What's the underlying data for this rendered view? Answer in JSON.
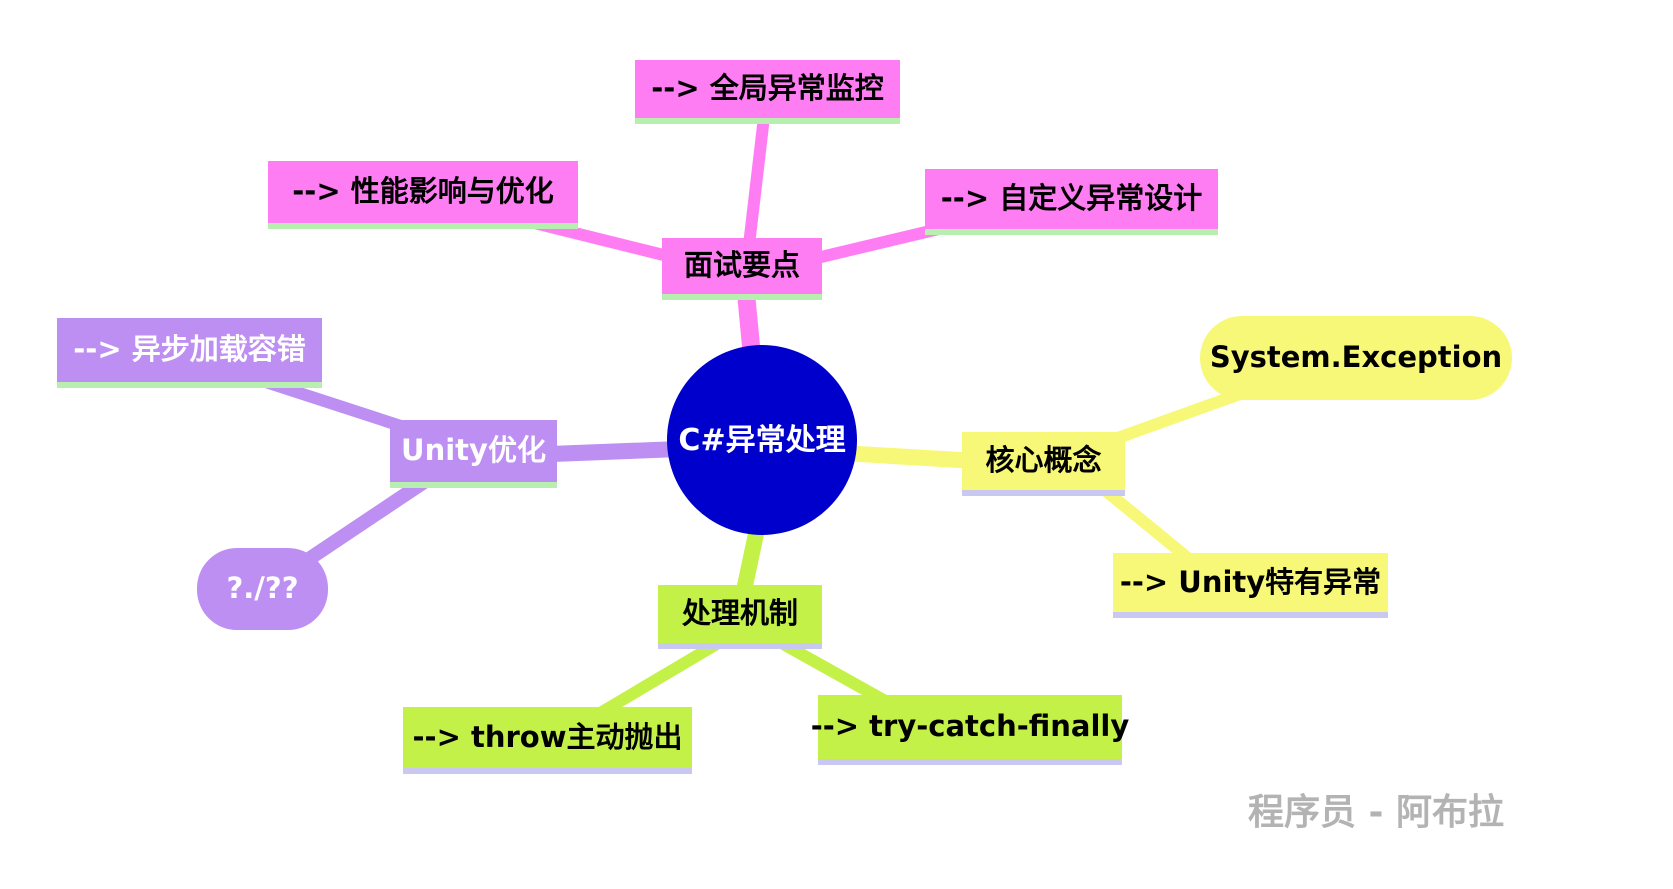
{
  "center_node": {
    "label": "C#异常处理"
  },
  "branches": {
    "interview": {
      "label": "面试要点",
      "color": "#ff7df2",
      "children": [
        {
          "label": "--> 全局异常监控"
        },
        {
          "label": "--> 性能影响与优化"
        },
        {
          "label": "--> 自定义异常设计"
        }
      ]
    },
    "unity": {
      "label": "Unity优化",
      "color": "#bd8ff2",
      "children": [
        {
          "label": "--> 异步加载容错"
        },
        {
          "label": "?./??"
        }
      ]
    },
    "core": {
      "label": "核心概念",
      "color": "#f8f878",
      "children": [
        {
          "label": "System.Exception"
        },
        {
          "label": "--> Unity特有异常"
        }
      ]
    },
    "mechanism": {
      "label": "处理机制",
      "color": "#c3f148",
      "children": [
        {
          "label": "--> throw主动抛出"
        },
        {
          "label": "--> try-catch-finally"
        }
      ]
    }
  },
  "watermark": {
    "label": "程序员 - 阿布拉"
  },
  "colors": {
    "center_bg": "#0000cc",
    "center_text": "#ffffff",
    "underline_pale_green": "#b8eeb0",
    "underline_pale_lavender": "#c8c8f0",
    "watermark_text": "#b3b3b3",
    "background": "#ffffff"
  }
}
